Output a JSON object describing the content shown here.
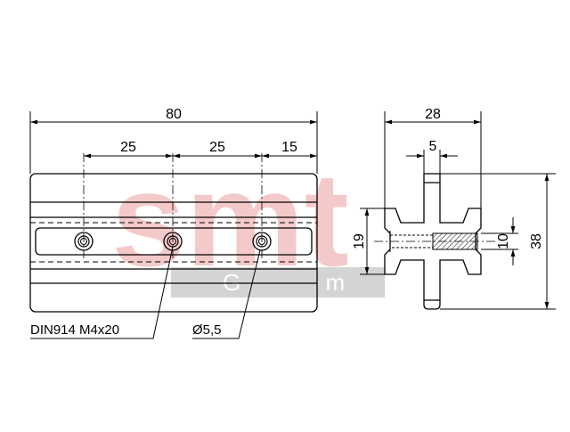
{
  "watermark": {
    "brand": "smt",
    "sub": "G m b H",
    "brand_color": "#f4c9c9",
    "band_color": "#d4d4d4"
  },
  "dimensions": {
    "overall_width": "80",
    "spacing_1": "25",
    "spacing_2": "25",
    "edge_offset": "15",
    "side_width": "28",
    "slot_width": "5",
    "height_inner": "19",
    "height_thread": "10",
    "height_total": "38"
  },
  "labels": {
    "screw": "DIN914 M4x20",
    "hole": "Ø5,5"
  },
  "colors": {
    "line": "#000000",
    "hatch": "#333333"
  }
}
